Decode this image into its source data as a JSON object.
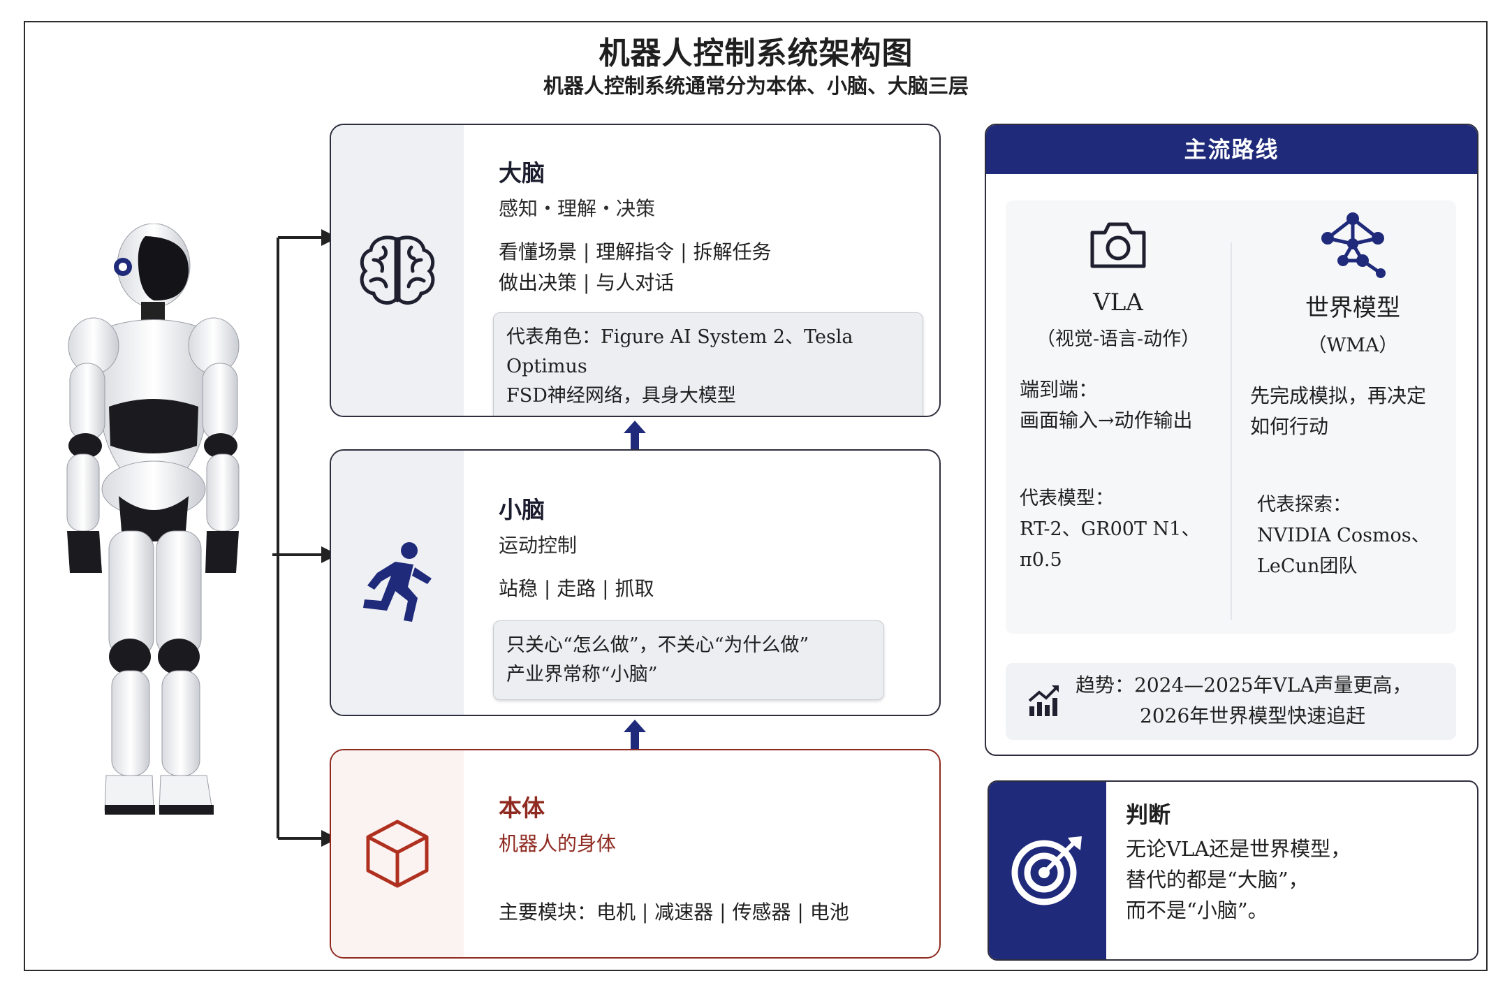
{
  "title": "机器人控制系统架构图",
  "subtitle": "机器人控制系统通常分为本体、小脑、大脑三层",
  "layers": {
    "brain": {
      "name": "大脑",
      "sub": "感知・理解・决策",
      "tasks_line1": "看懂场景 | 理解指令 | 拆解任务",
      "tasks_line2": "做出决策 | 与人对话",
      "rep_line1": "代表角色：Figure AI System 2、Tesla Optimus",
      "rep_line2": "FSD神经网络，具身大模型",
      "icon": "brain-icon"
    },
    "cerebellum": {
      "name": "小脑",
      "sub": "运动控制",
      "tasks_line1": "站稳 | 走路 | 抓取",
      "rep_line1": "只关心“怎么做”，不关心“为什么做”",
      "rep_line2": "产业界常称“小脑”",
      "icon": "running-person-icon"
    },
    "body": {
      "name": "本体",
      "sub": "机器人的身体",
      "modules": "主要模块：电机 | 减速器 | 传感器 | 电池",
      "icon": "cube-icon",
      "accent": "#8f2a20"
    }
  },
  "routes": {
    "header": "主流路线",
    "vla": {
      "name": "VLA",
      "sub": "（视觉-语言-动作）",
      "desc_line1": "端到端：",
      "desc_line2": "画面输入→动作输出",
      "rep_line1": "代表模型：",
      "rep_line2": "RT-2、GR00T N1、",
      "rep_line3": "π0.5",
      "icon": "camera-icon"
    },
    "wma": {
      "name": "世界模型",
      "sub": "（WMA）",
      "desc_line1": "先完成模拟，再决定",
      "desc_line2": "如何行动",
      "rep_line1": "代表探索：",
      "rep_line2": "NVIDIA Cosmos、",
      "rep_line3": "LeCun团队",
      "icon": "network-icon"
    },
    "trend_line1": "趋势：2024—2025年VLA声量更高，",
    "trend_line2": "2026年世界模型快速追赶",
    "trend_icon": "trend-chart-icon"
  },
  "judgement": {
    "title": "判断",
    "line1": "无论VLA还是世界模型，",
    "line2": "替代的都是“大脑”，",
    "line3": "而不是“小脑”。",
    "icon": "target-icon"
  },
  "colors": {
    "navy": "#1f2a7a",
    "body_red": "#8f2a20",
    "pane_gray": "#eef0f4"
  }
}
